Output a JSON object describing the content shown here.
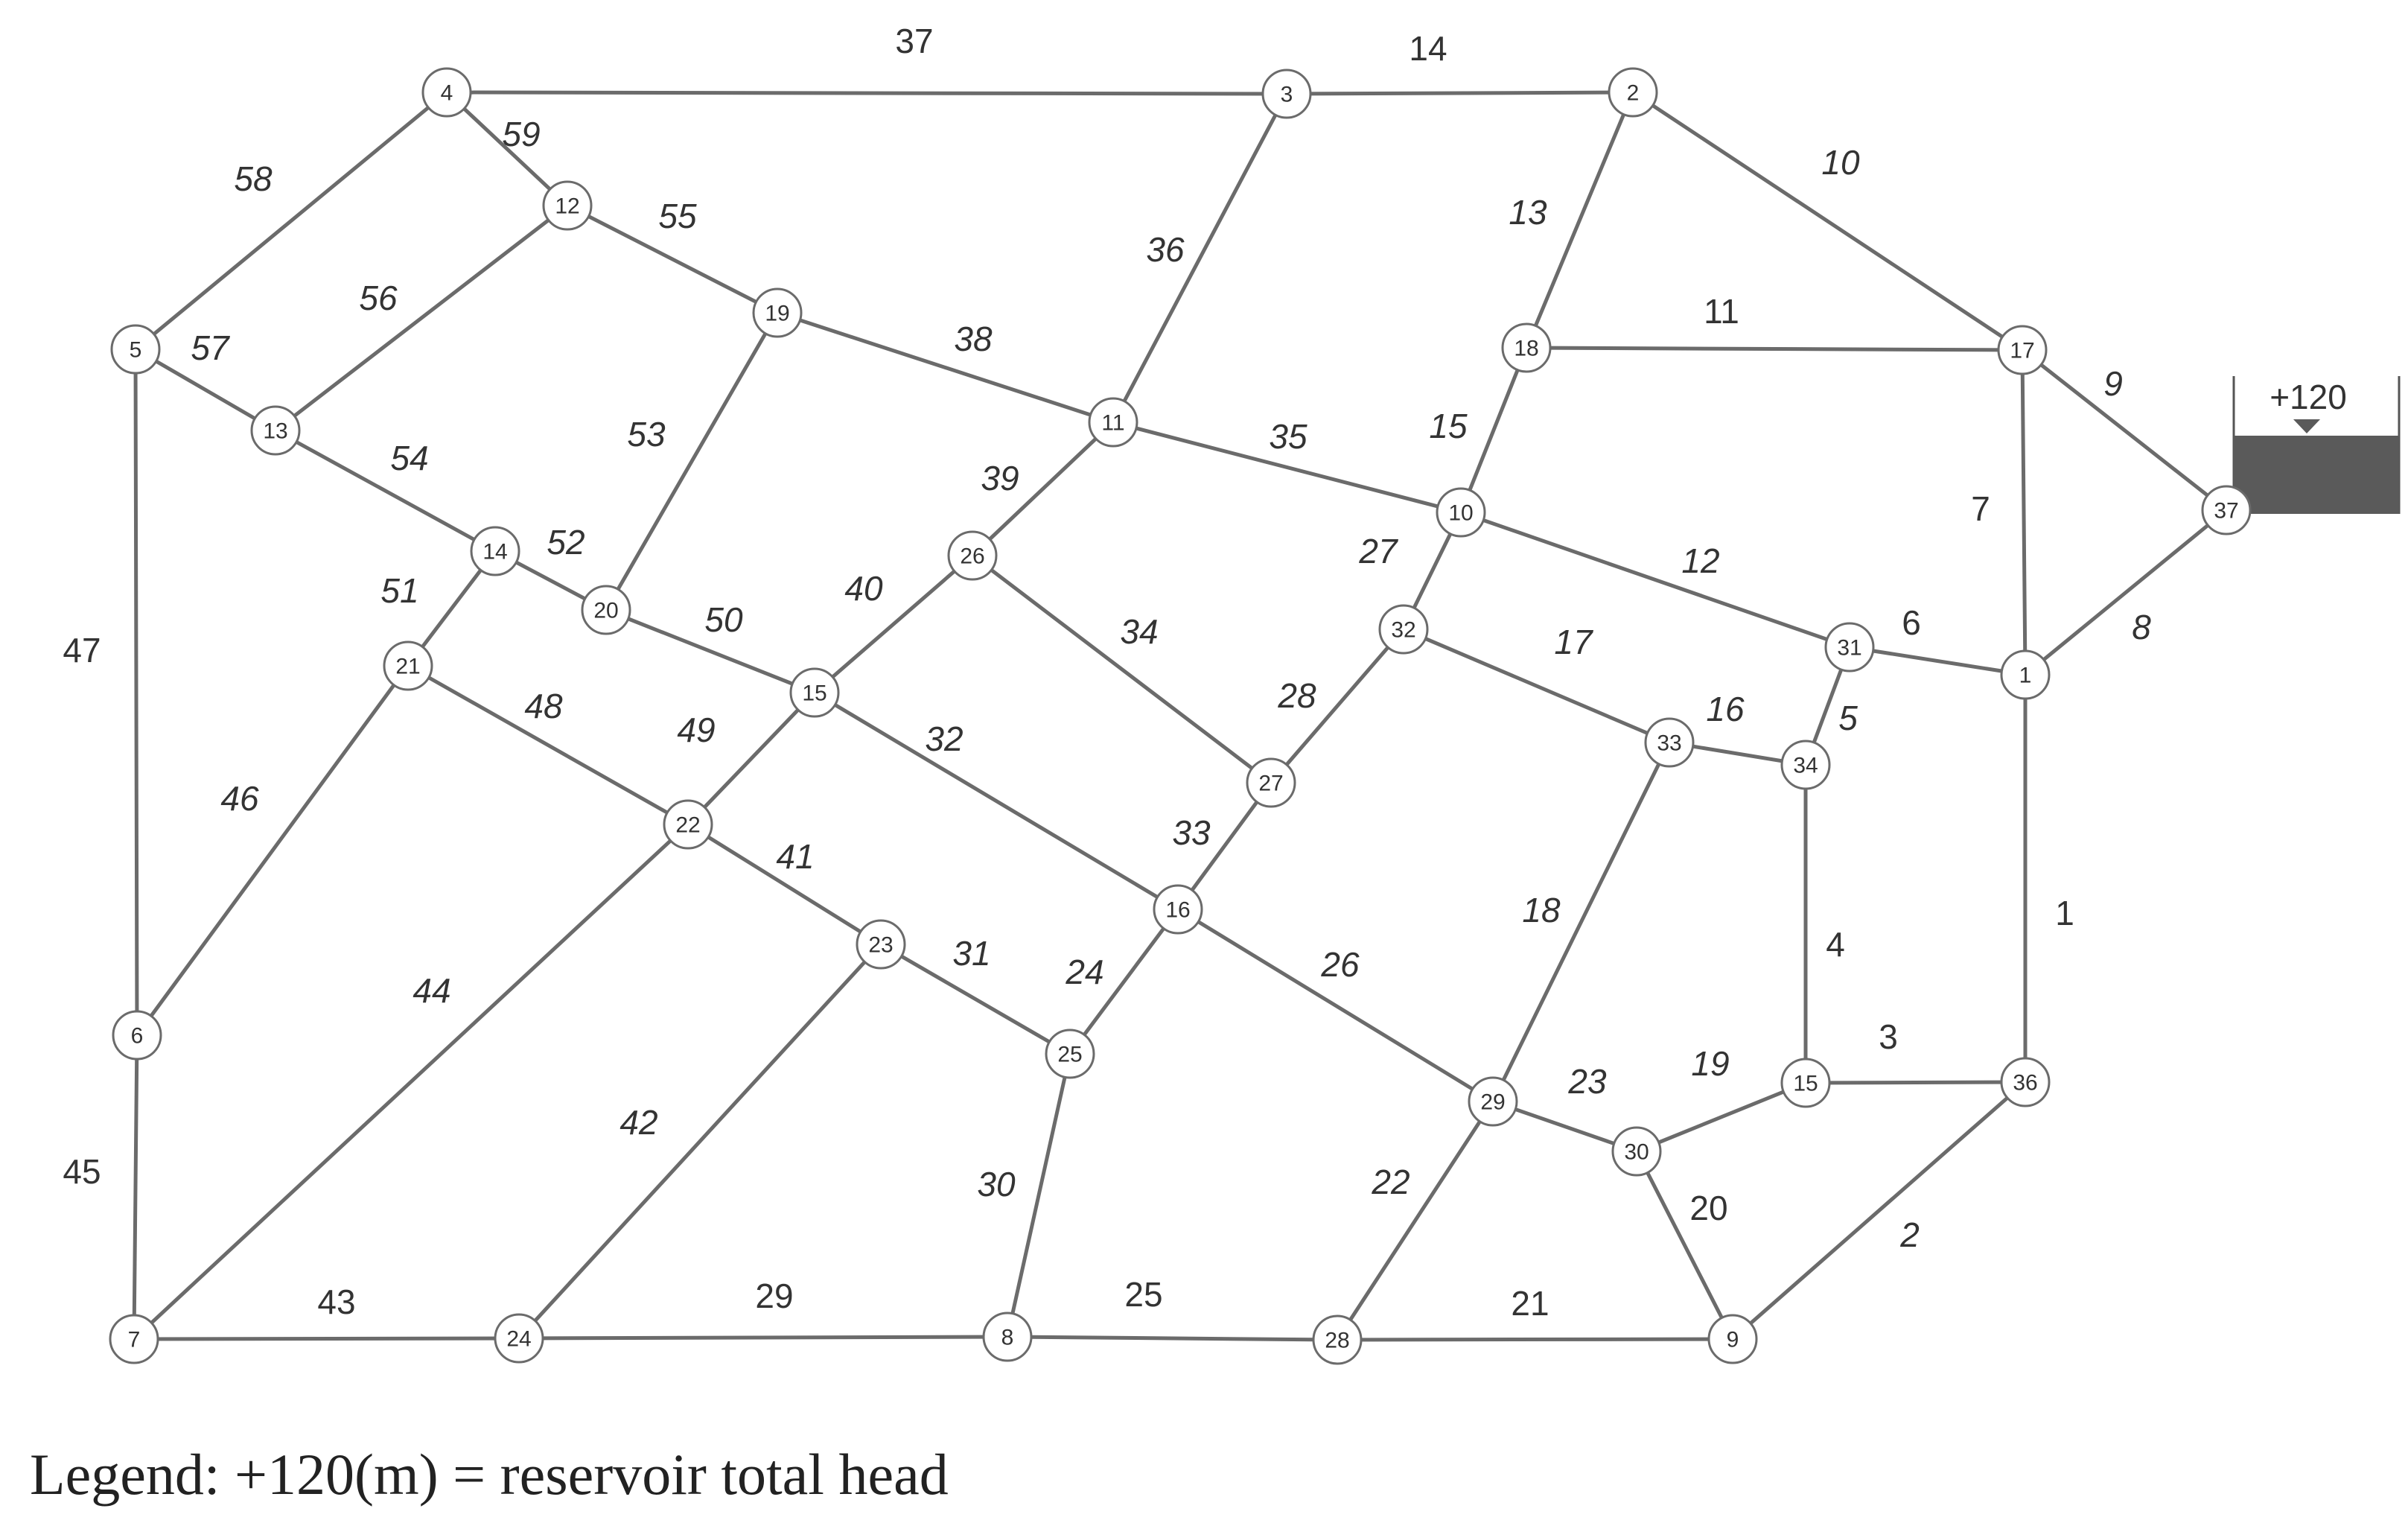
{
  "reservoir": {
    "head_label": "+120"
  },
  "legend": {
    "text": "Legend: +120(m) = reservoir total head"
  },
  "nodes": [
    {
      "label": "4"
    },
    {
      "label": "3"
    },
    {
      "label": "2"
    },
    {
      "label": "12"
    },
    {
      "label": "19"
    },
    {
      "label": "5"
    },
    {
      "label": "13"
    },
    {
      "label": "18"
    },
    {
      "label": "17"
    },
    {
      "label": "11"
    },
    {
      "label": "10"
    },
    {
      "label": "37"
    },
    {
      "label": "26"
    },
    {
      "label": "14"
    },
    {
      "label": "20"
    },
    {
      "label": "21"
    },
    {
      "label": "32"
    },
    {
      "label": "31"
    },
    {
      "label": "1"
    },
    {
      "label": "15"
    },
    {
      "label": "33"
    },
    {
      "label": "34"
    },
    {
      "label": "27"
    },
    {
      "label": "22"
    },
    {
      "label": "16"
    },
    {
      "label": "23"
    },
    {
      "label": "6"
    },
    {
      "label": "25"
    },
    {
      "label": "29"
    },
    {
      "label": "15"
    },
    {
      "label": "36"
    },
    {
      "label": "30"
    },
    {
      "label": "7"
    },
    {
      "label": "24"
    },
    {
      "label": "8"
    },
    {
      "label": "28"
    },
    {
      "label": "9"
    }
  ],
  "pipes": [
    {
      "label": "37"
    },
    {
      "label": "14"
    },
    {
      "label": "59"
    },
    {
      "label": "58"
    },
    {
      "label": "55"
    },
    {
      "label": "10"
    },
    {
      "label": "13"
    },
    {
      "label": "56"
    },
    {
      "label": "36"
    },
    {
      "label": "11"
    },
    {
      "label": "57"
    },
    {
      "label": "38"
    },
    {
      "label": "9"
    },
    {
      "label": "15"
    },
    {
      "label": "35"
    },
    {
      "label": "53"
    },
    {
      "label": "54"
    },
    {
      "label": "39"
    },
    {
      "label": "7"
    },
    {
      "label": "12"
    },
    {
      "label": "27"
    },
    {
      "label": "52"
    },
    {
      "label": "51"
    },
    {
      "label": "40"
    },
    {
      "label": "50"
    },
    {
      "label": "8"
    },
    {
      "label": "6"
    },
    {
      "label": "34"
    },
    {
      "label": "17"
    },
    {
      "label": "47"
    },
    {
      "label": "5"
    },
    {
      "label": "16"
    },
    {
      "label": "48"
    },
    {
      "label": "49"
    },
    {
      "label": "28"
    },
    {
      "label": "32"
    },
    {
      "label": "46"
    },
    {
      "label": "33"
    },
    {
      "label": "41"
    },
    {
      "label": "18"
    },
    {
      "label": "1"
    },
    {
      "label": "4"
    },
    {
      "label": "31"
    },
    {
      "label": "24"
    },
    {
      "label": "26"
    },
    {
      "label": "44"
    },
    {
      "label": "3"
    },
    {
      "label": "19"
    },
    {
      "label": "23"
    },
    {
      "label": "42"
    },
    {
      "label": "45"
    },
    {
      "label": "30"
    },
    {
      "label": "22"
    },
    {
      "label": "20"
    },
    {
      "label": "2"
    },
    {
      "label": "43"
    },
    {
      "label": "29"
    },
    {
      "label": "25"
    },
    {
      "label": "21"
    }
  ]
}
